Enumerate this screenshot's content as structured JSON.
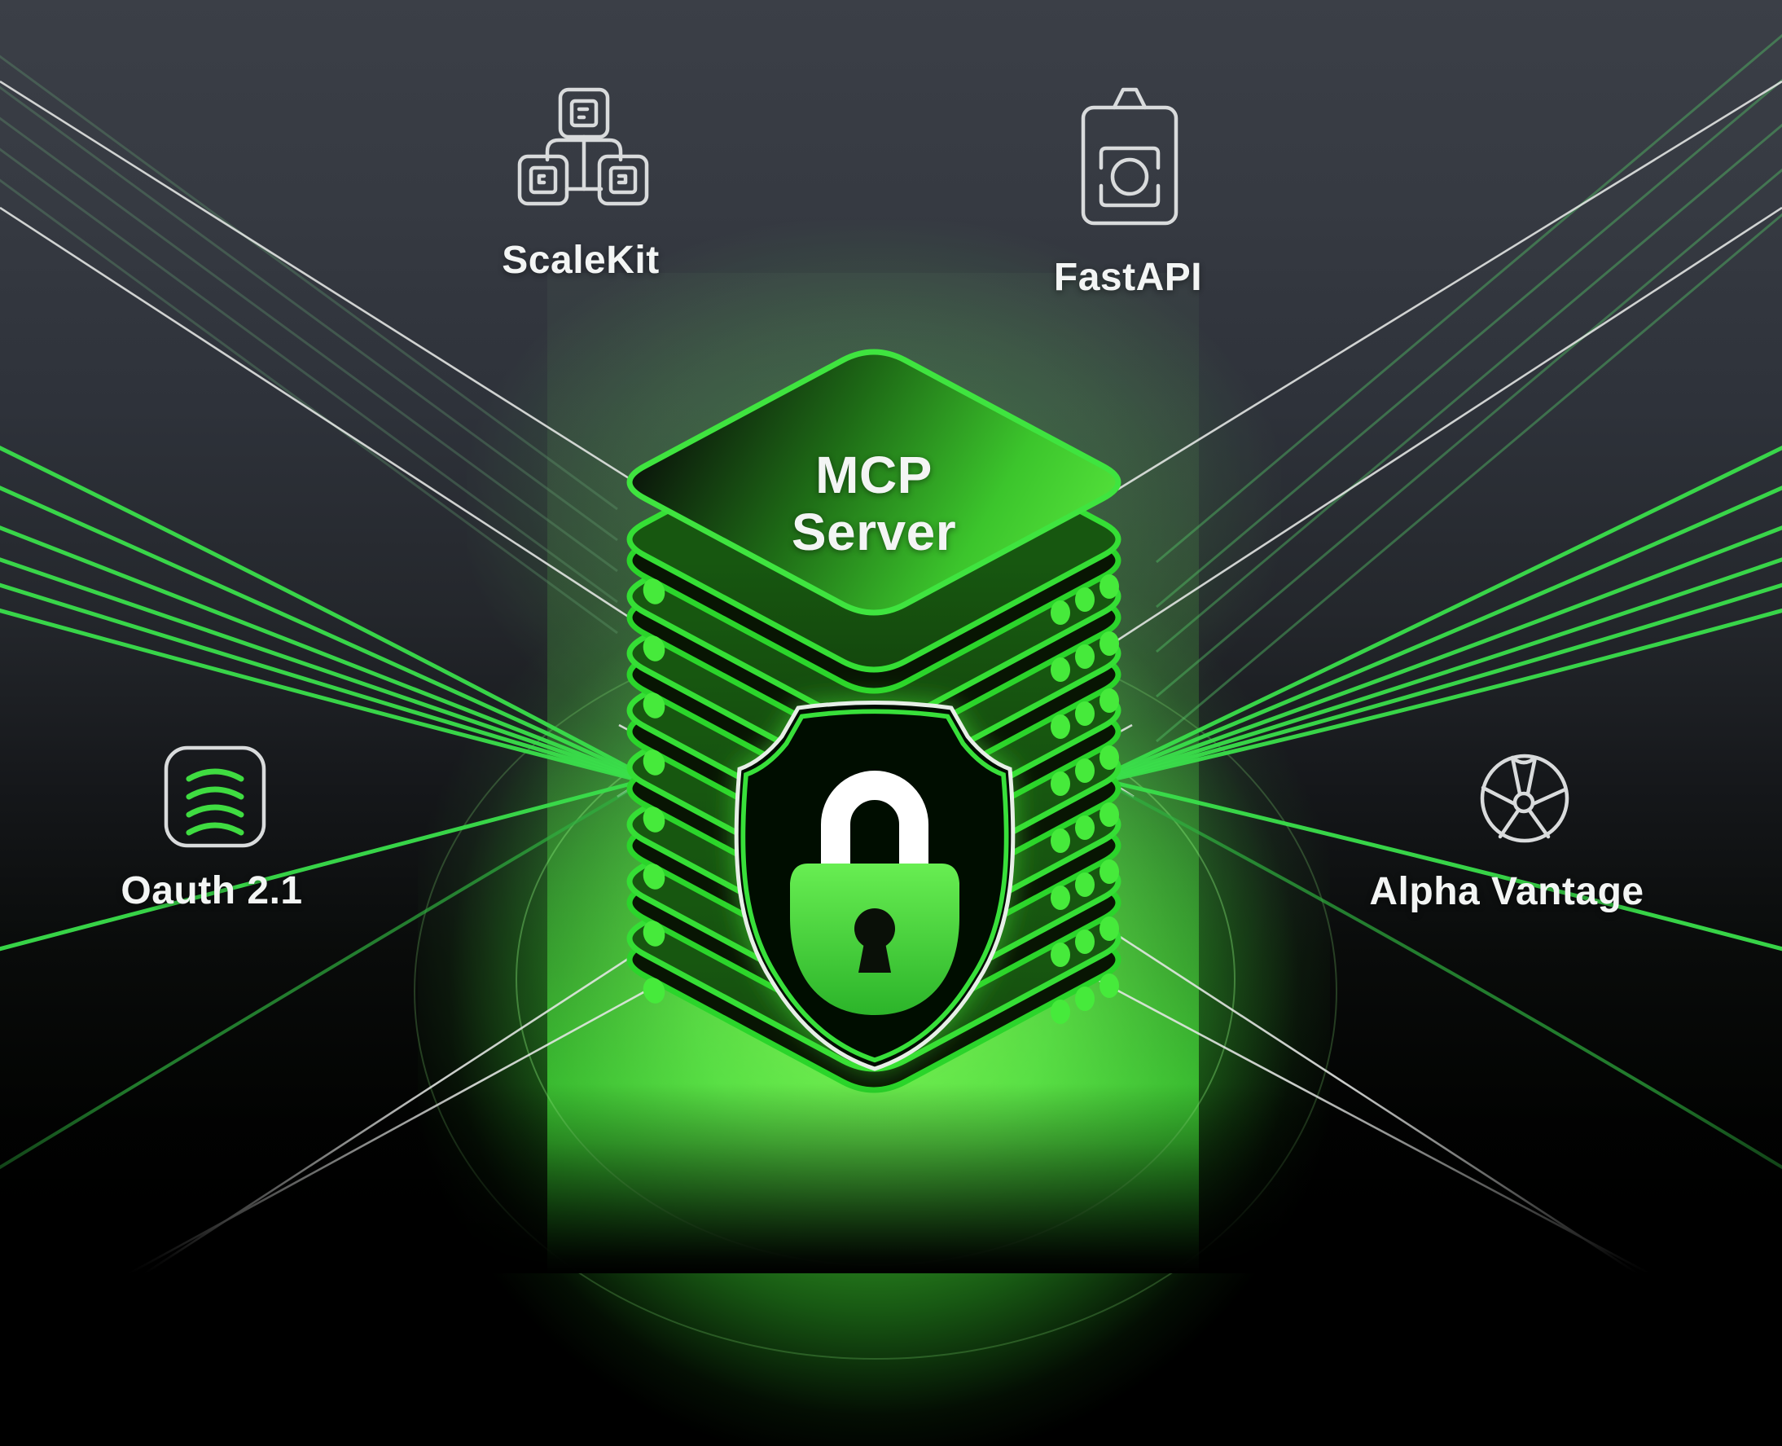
{
  "diagram": {
    "server": {
      "title_line1": "MCP",
      "title_line2": "Server",
      "description": "isometric server stack with security shield and padlock"
    },
    "nodes": [
      {
        "id": "scalekit",
        "label": "ScaleKit",
        "icon": "linked-blocks-icon",
        "position": "top-left"
      },
      {
        "id": "fastapi",
        "label": "FastAPI",
        "icon": "badge-camera-icon",
        "position": "top-right"
      },
      {
        "id": "oauth21",
        "label": "Oauth 2.1",
        "icon": "signal-waves-icon",
        "position": "middle-left"
      },
      {
        "id": "alpha_vantage",
        "label": "Alpha Vantage",
        "icon": "spoked-wheel-icon",
        "position": "middle-right"
      }
    ],
    "security": {
      "symbol": "shield-with-padlock"
    },
    "colors": {
      "accent_green": "#3fe43f",
      "glow_green": "#46ea3b",
      "lock_body_green": "#4ddc3e",
      "background_top": "#3b3f47",
      "background_bottom": "#000000",
      "line_white": "#e6e8e6",
      "label_text": "#f3f5f4",
      "icon_stroke": "#d9dbdc"
    }
  }
}
